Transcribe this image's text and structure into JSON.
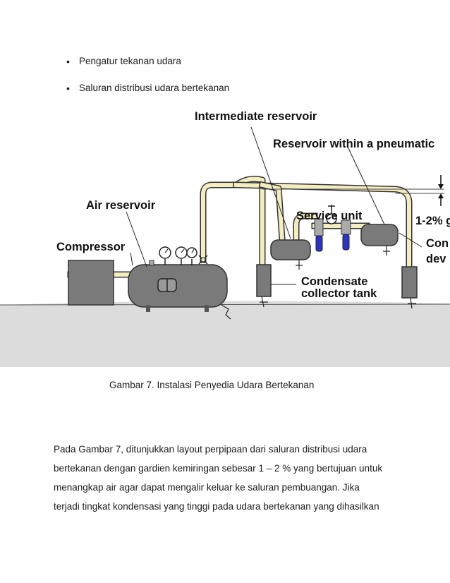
{
  "bullets": [
    {
      "text": "Pengatur tekanan udara"
    },
    {
      "text": "Saluran distribusi udara bertekanan"
    }
  ],
  "figure": {
    "labels": {
      "intermediate_reservoir": "Intermediate reservoir",
      "reservoir_within": "Reservoir within a pneumatic",
      "air_reservoir": "Air reservoir",
      "service_unit": "Service unit",
      "gradient": "1-2% g",
      "compressor": "Compressor",
      "con": "Con",
      "dev": "dev",
      "condensate": "Condensate",
      "collector_tank": "collector tank"
    },
    "colors": {
      "pipe": "#f3edbf",
      "tank": "#7a7a7a",
      "floor": "#dcdcdc",
      "filter_blue": "#2d33c8"
    }
  },
  "caption": "Gambar 7. Instalasi Penyedia Udara Bertekanan",
  "paragraph": {
    "lines": [
      "Pada Gambar 7, ditunjukkan layout perpipaan dari saluran distribusi udara",
      "bertekanan dengan gardien kemiringan sebesar 1 – 2 % yang bertujuan untuk",
      "menangkap air agar dapat mengalir keluar ke saluran pembuangan. Jika",
      "terjadi tingkat kondensasi yang tinggi pada udara bertekanan yang dihasilkan"
    ]
  }
}
